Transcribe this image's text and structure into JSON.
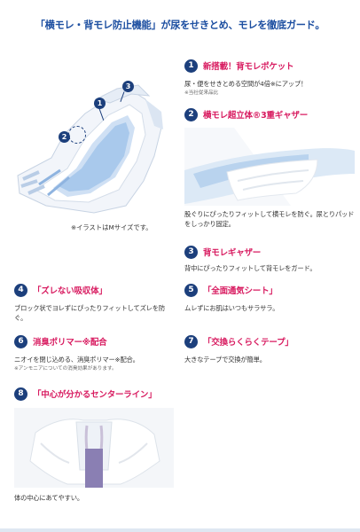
{
  "headline": "「横モレ・背モレ防止機能」が尿をせきとめ、モレを徹底ガード。",
  "illustration_caption": "※イラストはMサイズです。",
  "markers": [
    "1",
    "2",
    "3"
  ],
  "features": {
    "f1": {
      "num": "1",
      "title": "新搭載！背モレポケット",
      "desc": "尿・便をせきとめる空間が4倍※にアップ！",
      "note": "※当社従来品比"
    },
    "f2": {
      "num": "2",
      "title": "横モレ超立体®3重ギャザー",
      "desc": "股ぐりにぴったりフィットして横モレを防ぐ。尿とりパッドをしっかり固定。"
    },
    "f3": {
      "num": "3",
      "title": "背モレギャザー",
      "desc": "背中にぴったりフィットして背モレをガード。"
    },
    "f4": {
      "num": "4",
      "title": "「ズレない吸収体」",
      "desc": "ブロック状でヨレずにぴったりフィットしてズレを防ぐ。"
    },
    "f5": {
      "num": "5",
      "title": "「全面通気シート」",
      "desc": "ムレずにお肌はいつもサラサラ。"
    },
    "f6": {
      "num": "6",
      "title": "消臭ポリマー※配合",
      "desc": "ニオイを閉じ込める、消臭ポリマー※配合。",
      "note": "※アンモニアについての消臭効果があります。"
    },
    "f7": {
      "num": "7",
      "title": "「交換らくらくテープ」",
      "desc": "大きなテープで交換が簡単。"
    },
    "f8": {
      "num": "8",
      "title": "「中心が分かるセンターライン」",
      "desc": "体の中心にあてやすい。"
    }
  },
  "colors": {
    "headline": "#1d4fa1",
    "feature_title": "#d81b60",
    "badge": "#1c3f7c",
    "absorbent_blue": "#a9c9ec"
  },
  "icons": [
    "diaper-main-illustration",
    "gather-closeup-photo",
    "diaper-centerline-photo"
  ]
}
